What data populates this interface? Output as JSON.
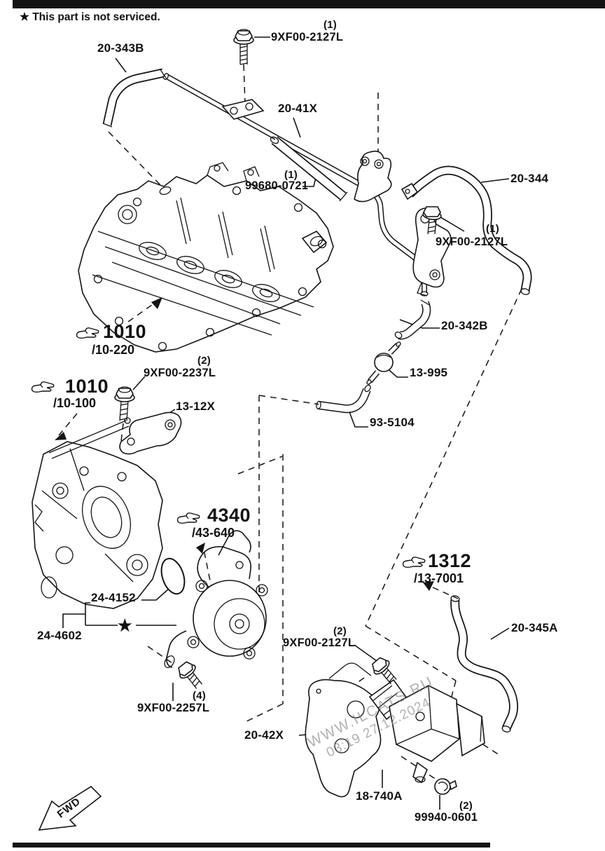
{
  "note": {
    "text": "★ This part is not serviced."
  },
  "watermark": {
    "line1": "WWW.ILCATS.RU",
    "line2": "03:19 27.12.2024"
  },
  "fwd": {
    "label": "FWD"
  },
  "star_marker": "★",
  "labels": {
    "bolt_top_qty": "(1)",
    "bolt_top": "9XF00-2127L",
    "hose_20_343b": "20-343B",
    "pipe_20_41x": "20-41X",
    "insulator_qty": "(1)",
    "insulator": "99680-0721",
    "hose_20_344": "20-344",
    "bolt_right_qty": "(1)",
    "bolt_right": "9XF00-2127L",
    "hose_20_342b": "20-342B",
    "check_valve": "13-995",
    "hose_93_5104": "93-5104",
    "bolt_2237_qty": "(2)",
    "bolt_2237": "9XF00-2237L",
    "bracket_13_12x": "13-12X",
    "gasket_24_4152": "24-4152",
    "pump_24_4602": "24-4602",
    "bolt_2257_qty": "(4)",
    "bolt_2257": "9XF00-2257L",
    "bolt_2127_2_qty": "(2)",
    "bolt_2127_2": "9XF00-2127L",
    "bracket_20_42x": "20-42X",
    "solenoid_18_740a": "18-740A",
    "nut_qty": "(2)",
    "nut": "99940-0601",
    "hose_20_345a": "20-345A"
  },
  "refs": {
    "r10_220": {
      "code": "1010",
      "section": "/10-220"
    },
    "r10_100": {
      "code": "1010",
      "section": "/10-100"
    },
    "r43_640": {
      "code": "4340",
      "section": "/43-640"
    },
    "r13_7001": {
      "code": "1312",
      "section": "/13-7001"
    }
  }
}
